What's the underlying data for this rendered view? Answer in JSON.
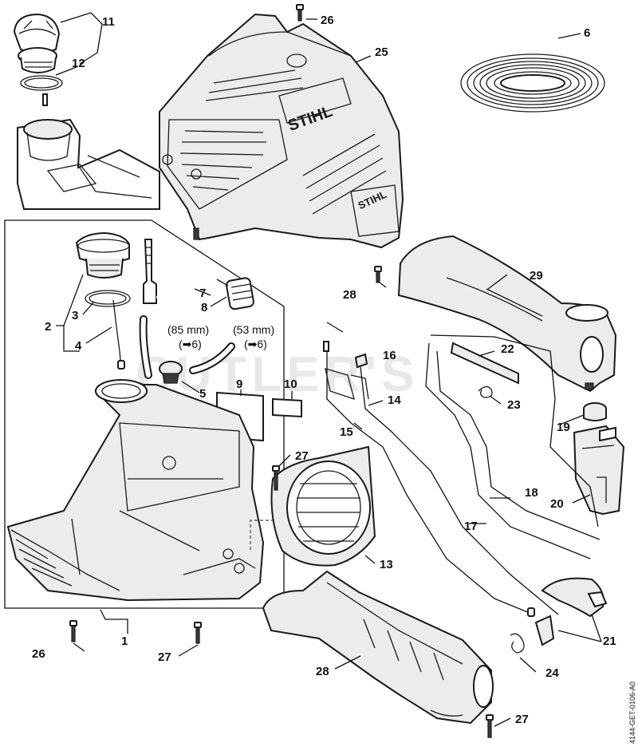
{
  "diagram": {
    "watermark": "CUTLER'S",
    "doc_code": "4144-GET-0106-A0",
    "measurements": {
      "hose_long": "(85 mm)",
      "hose_long_ref": "(➡6)",
      "hose_short": "(53 mm)",
      "hose_short_ref": "(➡6)"
    },
    "brand_marks": [
      "STIHL",
      "STIHL"
    ],
    "callouts": {
      "c1": "1",
      "c2": "2",
      "c3": "3",
      "c4": "4",
      "c5": "5",
      "c6": "6",
      "c7": "7",
      "c8": "8",
      "c9": "9",
      "c10": "10",
      "c11": "11",
      "c12": "12",
      "c13": "13",
      "c14": "14",
      "c15": "15",
      "c16": "16",
      "c17": "17",
      "c18": "18",
      "c19": "19",
      "c20": "20",
      "c21": "21",
      "c22": "22",
      "c23": "23",
      "c24": "24",
      "c25": "25",
      "c26a": "26",
      "c26b": "26",
      "c27a": "27",
      "c27b": "27",
      "c27c": "27",
      "c28a": "28",
      "c28b": "28",
      "c29": "29"
    }
  }
}
